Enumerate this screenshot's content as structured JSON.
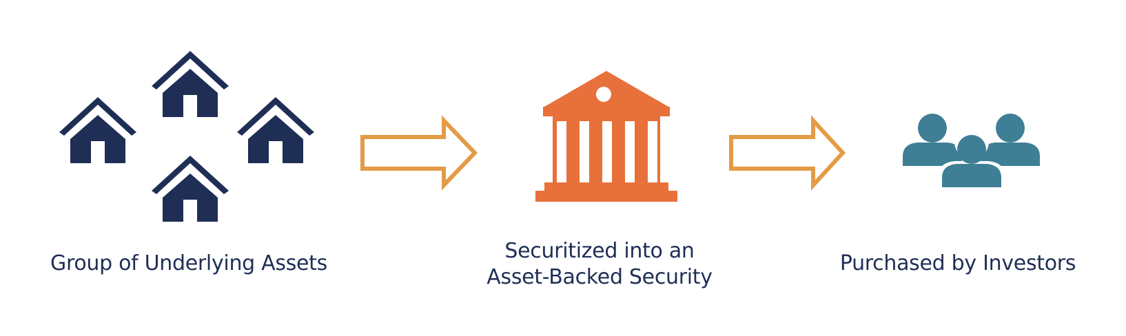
{
  "diagram": {
    "steps": [
      {
        "id": "assets",
        "icon": "houses-icon",
        "label": "Group of Underlying Assets"
      },
      {
        "id": "security",
        "icon": "bank-building-icon",
        "label_lines": [
          "Securitized into an",
          "Asset-Backed Security"
        ]
      },
      {
        "id": "investors",
        "icon": "investors-group-icon",
        "label": "Purchased by Investors"
      }
    ],
    "connectors": [
      "arrow-right-icon",
      "arrow-right-icon"
    ]
  },
  "colors": {
    "house": "#1f2e55",
    "arrow_outline": "#e49b45",
    "bank": "#e8703a",
    "people": "#3f7f95",
    "text": "#1f2e55",
    "background": "#ffffff"
  }
}
